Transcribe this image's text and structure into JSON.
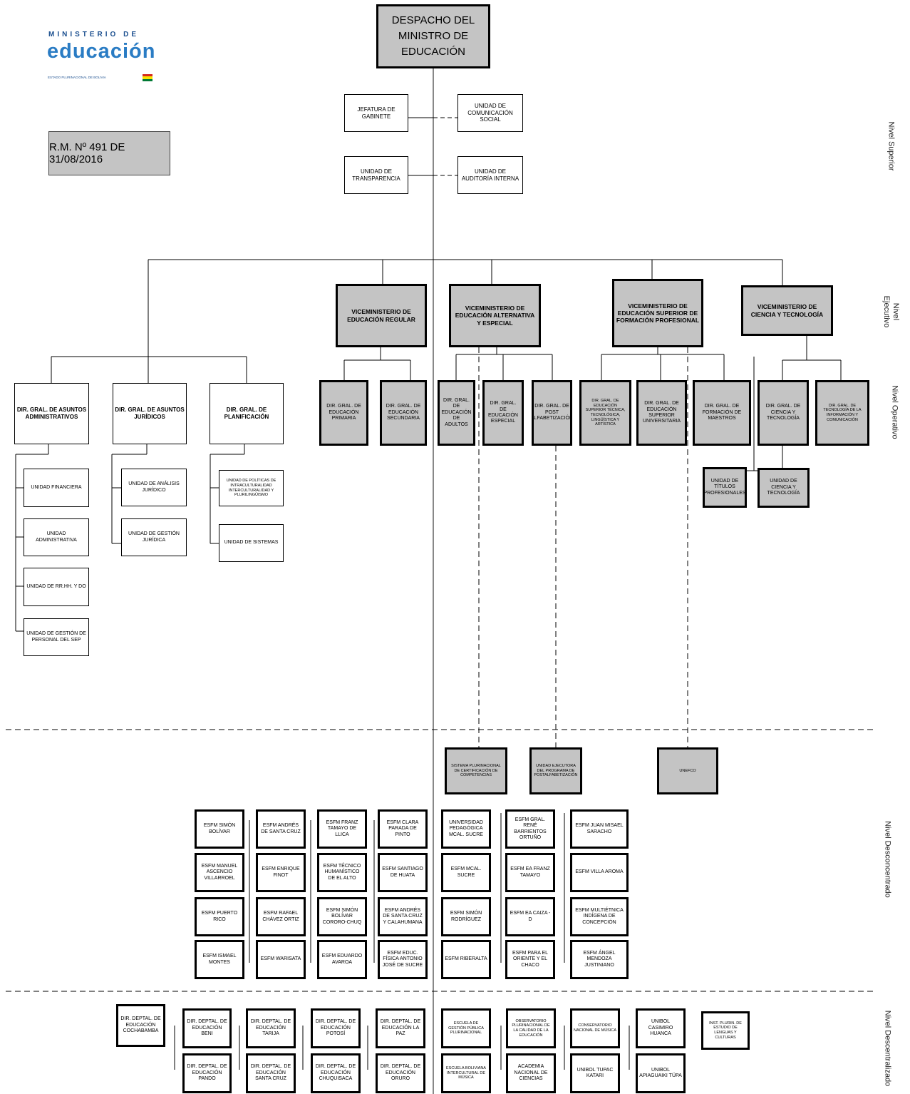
{
  "logo": {
    "line1": "MINISTERIO DE",
    "word": "educación",
    "line2": "ESTADO PLURINACIONAL DE BOLIVIA",
    "flag_colors": [
      "#d52b1e",
      "#f9e300",
      "#007934"
    ]
  },
  "resolution": "R.M. Nº 491 DE 31/08/2016",
  "levels": {
    "superior": "Nivel Superior",
    "ejecutivo": "Nivel Ejecutivo",
    "operativo": "Nivel Operativo",
    "desconcentrado": "Nivel Desconcentrado",
    "descentralizado": "Nivel Descentralizado"
  },
  "top": {
    "despacho": "DESPACHO DEL MINISTRO DE EDUCACIÓN",
    "jefatura": "JEFATURA DE GABINETE",
    "comunicacion": "UNIDAD DE COMUNICACIÓN SOCIAL",
    "transparencia": "UNIDAD DE TRANSPARENCIA",
    "auditoria": "UNIDAD DE AUDITORÍA INTERNA"
  },
  "vice": {
    "regular": "VICEMINISTERIO DE EDUCACIÓN REGULAR",
    "alternativa": "VICEMINISTERIO DE EDUCACIÓN ALTERNATIVA Y ESPECIAL",
    "superior": "VICEMINISTERIO DE EDUCACIÓN SUPERIOR DE FORMACIÓN PROFESIONAL",
    "ciencia": "VICEMINISTERIO DE CIENCIA Y TECNOLOGÍA"
  },
  "support": {
    "admin": "DIR. GRAL. DE ASUNTOS ADMINISTRATIVOS",
    "juridicos": "DIR. GRAL. DE ASUNTOS JURÍDICOS",
    "planificacion": "DIR. GRAL. DE PLANIFICACIÓN",
    "financiera": "UNIDAD FINANCIERA",
    "administrativa": "UNIDAD ADMINISTRATIVA",
    "rrhh": "UNIDAD DE RR.HH. Y DO",
    "personal": "UNIDAD DE GESTIÓN DE PERSONAL DEL SEP",
    "analisis": "UNIDAD DE ANÁLISIS JURÍDICO",
    "gestion_juridica": "UNIDAD DE GESTIÓN JURÍDICA",
    "politicas": "UNIDAD DE POLÍTICAS DE INTRACULTURALIDAD INTERCULTURALIDAD Y PLURILINGÜISMO",
    "sistemas": "UNIDAD DE SISTEMAS"
  },
  "operativo": {
    "primaria": "DIR. GRAL. DE EDUCACIÓN PRIMARIA",
    "secundaria": "DIR. GRAL. DE EDUCACIÓN SECUNDARIA",
    "adultos": "DIR. GRAL. DE EDUCACIÓN DE ADULTOS",
    "especial": "DIR. GRAL. DE EDUCACIÓN ESPECIAL",
    "post": "DIR. GRAL. DE POST ALFABETIZACIÓN",
    "tecnica": "DIR. GRAL. DE EDUCACIÓN SUPERIOR TÉCNICA, TECNOLÓGICA, LINGÜÍSTICA Y ARTÍSTICA",
    "universitaria": "DIR. GRAL. DE EDUCACIÓN SUPERIOR UNIVERSITARIA",
    "maestros": "DIR. GRAL. DE FORMACIÓN DE MAESTROS",
    "ciencia": "DIR. GRAL. DE CIENCIA Y TECNOLOGÍA",
    "tic": "DIR. GRAL. DE TECNOLOGÍA DE LA INFORMACIÓN Y COMUNICACIÓN",
    "titulos": "UNIDAD DE TÍTULOS PROFESIONALES",
    "u_ciencia": "UNIDAD DE CIENCIA Y TECNOLOGÍA"
  },
  "desconcentrado_units": {
    "certificacion": "SISTEMA PLURINACIONAL DE CERTIFICACIÓN DE COMPETENCIAS",
    "ejecutora": "UNIDAD EJECUTORA DEL PROGRAMA DE POSTALFABETIZACIÓN",
    "unefco": "UNEFCO"
  },
  "esfm": [
    [
      "ESFM SIMÓN BOLÍVAR",
      "ESFM MANUEL ASCENCIO VILLARROEL",
      "ESFM PUERTO RICO",
      "ESFM ISMAEL MONTES"
    ],
    [
      "ESFM ANDRÉS DE SANTA CRUZ",
      "ESFM ENRIQUE FINOT",
      "ESFM RAFAEL CHÁVEZ ORTIZ",
      "ESFM WARISATA"
    ],
    [
      "ESFM FRANZ TAMAYO DE LLICA",
      "ESFM TÉCNICO HUMANÍSTICO DE EL ALTO",
      "ESFM SIMÓN BOLÍVAR CORORO-CHUQ",
      "ESFM EDUARDO AVAROA"
    ],
    [
      "ESFM CLARA PARADA DE PINTO",
      "ESFM SANTIAGO DE HUATA",
      "ESFM ANDRÉS DE SANTA CRUZ Y CALAHUMANA",
      "ESFM EDUC. FÍSICA ANTONIO JOSÉ DE SUCRE"
    ],
    [
      "UNIVERSIDAD PEDAGÓGICA MCAL. SUCRE",
      "ESFM MCAL. SUCRE",
      "ESFM SIMÓN RODRÍGUEZ",
      "ESFM RIBERALTA"
    ],
    [
      "ESFM GRAL. RENÉ BARRIENTOS ORTUÑO",
      "ESFM EA FRANZ TAMAYO",
      "ESFM EA CAIZA - D",
      "ESFM PARA EL ORIENTE Y EL CHACO"
    ],
    [
      "ESFM JUAN MISAEL SARACHO",
      "ESFM VILLA AROMA",
      "ESFM MULTIÉTNICA INDÍGENA DE CONCEPCIÓN",
      "ESFM ÁNGEL MENDOZA JUSTINIANO"
    ]
  ],
  "descentralizado": {
    "cochabamba": "DIR. DEPTAL. DE EDUCACIÓN COCHABAMBA",
    "beni": "DIR. DEPTAL. DE EDUCACIÓN BENI",
    "pando": "DIR. DEPTAL. DE EDUCACIÓN PANDO",
    "tarija": "DIR. DEPTAL. DE EDUCACIÓN TARIJA",
    "santa_cruz": "DIR. DEPTAL. DE EDUCACIÓN SANTA CRUZ",
    "potosi": "DIR. DEPTAL. DE EDUCACIÓN POTOSÍ",
    "chuquisaca": "DIR. DEPTAL. DE EDUCACIÓN CHUQUISACA",
    "la_paz": "DIR. DEPTAL. DE EDUCACIÓN LA PAZ",
    "oruro": "DIR. DEPTAL. DE EDUCACIÓN ORURO",
    "gestion_publica": "ESCUELA DE GESTIÓN PÚBLICA PLURINACIONAL",
    "musica": "ESCUELA BOLIVIANA INTERCULTURAL DE MÚSICA",
    "observatorio": "OBSERVATORIO PLURINACIONAL DE LA CALIDAD DE LA EDUCACIÓN",
    "academia": "ACADEMIA NACIONAL DE CIENCIAS",
    "conservatorio": "CONSERVATORIO NACIONAL DE MÚSICA",
    "unibol_tupac": "UNIBOL TUPAC KATARI",
    "unibol_casimiro": "UNIBOL CASIMIRO HUANCA",
    "unibol_apiaguaiki": "UNIBOL APIAGUAIKI TÜPA",
    "ipelc": "INST. PLURIN. DE ESTUDIO DE LENGUAS Y CULTURAS"
  }
}
